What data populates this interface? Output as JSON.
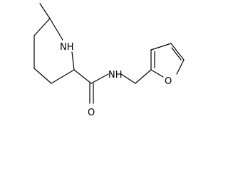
{
  "molecule": {
    "atoms": {
      "nh_ring": "NH",
      "nh_amide": "NH",
      "o_carbonyl": "O",
      "o_furan": "O"
    },
    "colors": {
      "bond": "#000000",
      "label": "#000000",
      "background": "#ffffff"
    }
  }
}
